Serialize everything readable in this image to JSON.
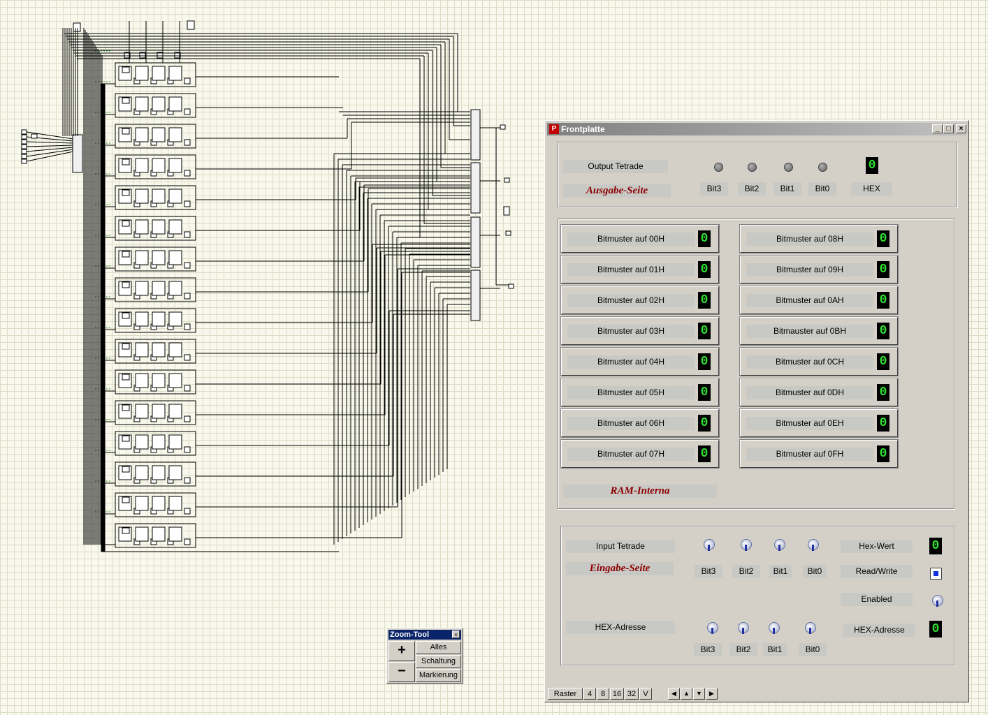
{
  "window": {
    "title": "Frontplatte",
    "app_icon": "app-logo-icon",
    "controls": {
      "minimize": "_",
      "maximize": "□",
      "close": "×"
    }
  },
  "output": {
    "label": "Output Tetrade",
    "side_label": "Ausgabe-Seite",
    "bits": [
      "Bit3",
      "Bit2",
      "Bit1",
      "Bit0"
    ],
    "hex_label": "HEX",
    "hex_value": "0"
  },
  "ram": {
    "title": "RAM-Interna",
    "left": [
      {
        "label": "Bitmuster auf 00H",
        "value": "0"
      },
      {
        "label": "Bitmuster auf 01H",
        "value": "0"
      },
      {
        "label": "Bitmuster auf 02H",
        "value": "0"
      },
      {
        "label": "Bitmuster auf 03H",
        "value": "0"
      },
      {
        "label": "Bitmuster auf 04H",
        "value": "0"
      },
      {
        "label": "Bitmuster auf 05H",
        "value": "0"
      },
      {
        "label": "Bitmuster auf 06H",
        "value": "0"
      },
      {
        "label": "Bitmuster auf 07H",
        "value": "0"
      }
    ],
    "right": [
      {
        "label": "Bitmuster auf 08H",
        "value": "0"
      },
      {
        "label": "Bitmuster auf 09H",
        "value": "0"
      },
      {
        "label": "Bitmuster auf 0AH",
        "value": "0"
      },
      {
        "label": "Bitmauster auf 0BH",
        "value": "0"
      },
      {
        "label": "Bitmuster auf 0CH",
        "value": "0"
      },
      {
        "label": "Bitmuster auf 0DH",
        "value": "0"
      },
      {
        "label": "Bitmuster auf 0EH",
        "value": "0"
      },
      {
        "label": "Bitmuster auf 0FH",
        "value": "0"
      }
    ]
  },
  "input": {
    "label": "Input Tetrade",
    "side_label": "Eingabe-Seite",
    "bits": [
      "Bit3",
      "Bit2",
      "Bit1",
      "Bit0"
    ],
    "hex_wert_label": "Hex-Wert",
    "hex_wert_value": "0",
    "read_write_label": "Read/Write",
    "read_write_checked": true,
    "enabled_label": "Enabled",
    "address_label": "HEX-Adresse",
    "address_bits": [
      "Bit3",
      "Bit2",
      "Bit1",
      "Bit0"
    ],
    "address_hex_label": "HEX-Adresse",
    "address_hex_value": "0"
  },
  "statusbar": {
    "raster_label": "Raster",
    "sizes": [
      "4",
      "8",
      "16",
      "32",
      "V"
    ],
    "arrows": [
      "arrow-left-icon",
      "arrow-up-icon",
      "arrow-down-icon",
      "arrow-right-icon"
    ]
  },
  "zoom_tool": {
    "title": "Zoom-Tool",
    "close": "×",
    "plus": "+",
    "minus": "−",
    "buttons": [
      "Alles",
      "Schaltung",
      "Markierung"
    ]
  },
  "colors": {
    "background": "#f8f8ec",
    "grid": "#dcdcc8",
    "wire": "#000000",
    "italic_label": "#8b0000",
    "display_digit": "#30e030",
    "zoom_title": "#0a246a",
    "checkbox_fill": "#1030e0"
  }
}
